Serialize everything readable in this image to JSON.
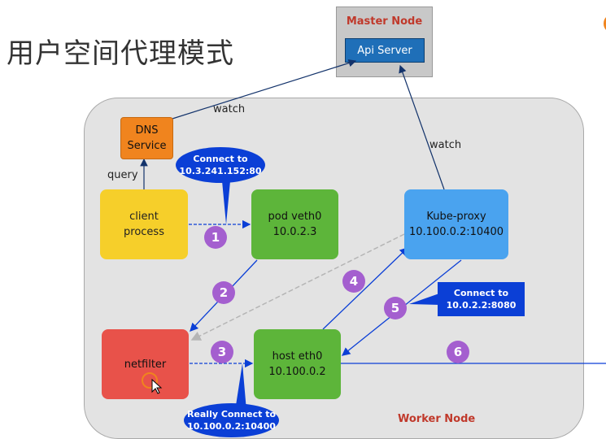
{
  "title": "用户空间代理模式",
  "master": {
    "label": "Master Node",
    "api_label": "Api Server"
  },
  "worker": {
    "label": "Worker Node"
  },
  "nodes": {
    "dns": "DNS\nService",
    "client": "client\nprocess",
    "pod_veth": "pod veth0\n10.0.2.3",
    "kube_proxy": "Kube-proxy\n10.100.0.2:10400",
    "netfilter": "netfilter",
    "host_eth": "host eth0\n10.100.0.2"
  },
  "labels": {
    "watch_dns": "watch",
    "watch_kube": "watch",
    "query": "query"
  },
  "steps": [
    "1",
    "2",
    "3",
    "4",
    "5",
    "6"
  ],
  "bubbles": {
    "connect1_line1": "Connect to",
    "connect1_line2": "10.3.241.152:80",
    "connect2_line1": "Connect to",
    "connect2_line2": "10.0.2.2:8080",
    "really_line1": "Really Connect to",
    "really_line2": "10.100.0.2:10400"
  },
  "colors": {
    "arrow": "#0b3fd6",
    "dark_arrow": "#13336b",
    "step_badge": "#a45fcf",
    "bubble": "#0b3fd6"
  }
}
